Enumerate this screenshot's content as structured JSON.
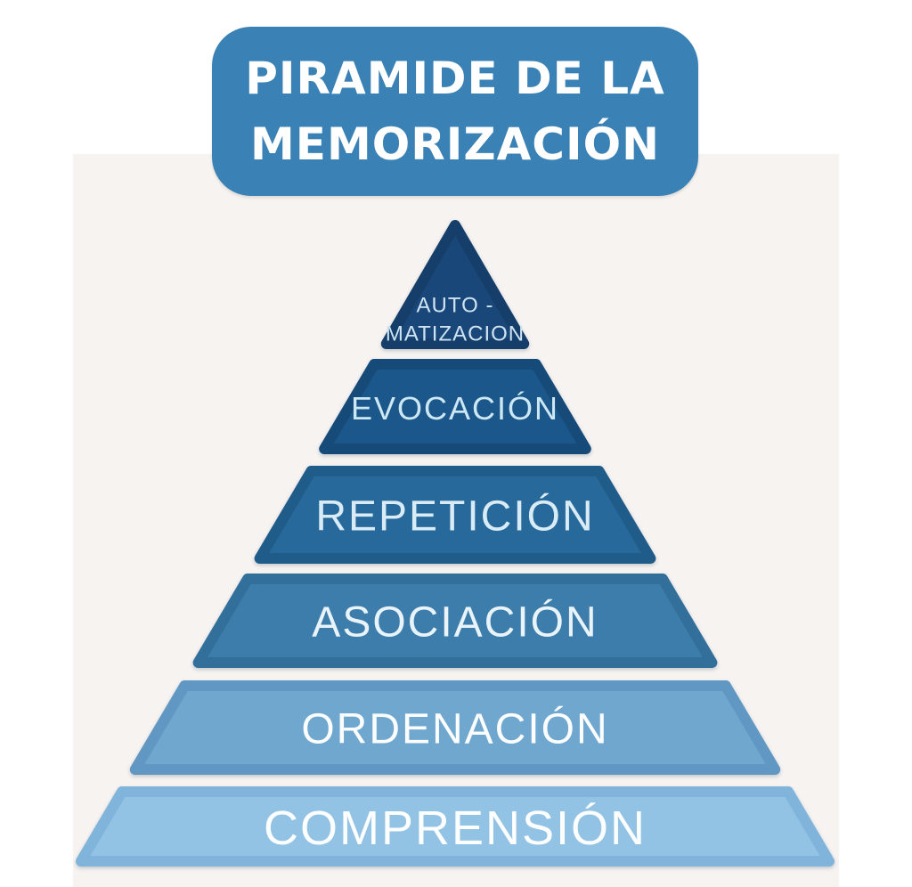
{
  "page": {
    "background": "#ffffff",
    "panel_background": "#f6f3f1"
  },
  "title": {
    "line1": "PIRAMIDE DE LA",
    "line2": "MEMORIZACIÓN",
    "box_color": "#3a81b5",
    "text_color": "#ffffff"
  },
  "pyramid": {
    "levels": [
      {
        "id": "automatizacion",
        "label": "AUTO - MATIZACION",
        "lines": [
          "AUTO -",
          "MATIZACION"
        ],
        "fill": "#1a4779",
        "edge": "#153e6b",
        "text_color": "#cfe3f0",
        "font_size": 24,
        "letter_spacing": 1
      },
      {
        "id": "evocacion",
        "label": "EVOCACIÓN",
        "lines": [
          "EVOCACIÓN"
        ],
        "fill": "#1b578a",
        "edge": "#164b79",
        "text_color": "#cde7f3",
        "font_size": 36,
        "letter_spacing": 2
      },
      {
        "id": "repeticion",
        "label": "REPETICIÓN",
        "lines": [
          "REPETICIÓN"
        ],
        "fill": "#27699b",
        "edge": "#205c8a",
        "text_color": "#d9ecf6",
        "font_size": 48,
        "letter_spacing": 2
      },
      {
        "id": "asociacion",
        "label": "ASOCIACIÓN",
        "lines": [
          "ASOCIACIÓN"
        ],
        "fill": "#3d7dab",
        "edge": "#336f9b",
        "text_color": "#e8f3fa",
        "font_size": 48,
        "letter_spacing": 2
      },
      {
        "id": "ordenacion",
        "label": "ORDENACIÓN",
        "lines": [
          "ORDENACIÓN"
        ],
        "fill": "#70a7cf",
        "edge": "#6098c3",
        "text_color": "#fbfdfe",
        "font_size": 48,
        "letter_spacing": 2
      },
      {
        "id": "comprension",
        "label": "COMPRENSIÓN",
        "lines": [
          "COMPRENSIÓN"
        ],
        "fill": "#92c2e4",
        "edge": "#80b4da",
        "text_color": "#fdfeff",
        "font_size": 54,
        "letter_spacing": 2
      }
    ]
  }
}
